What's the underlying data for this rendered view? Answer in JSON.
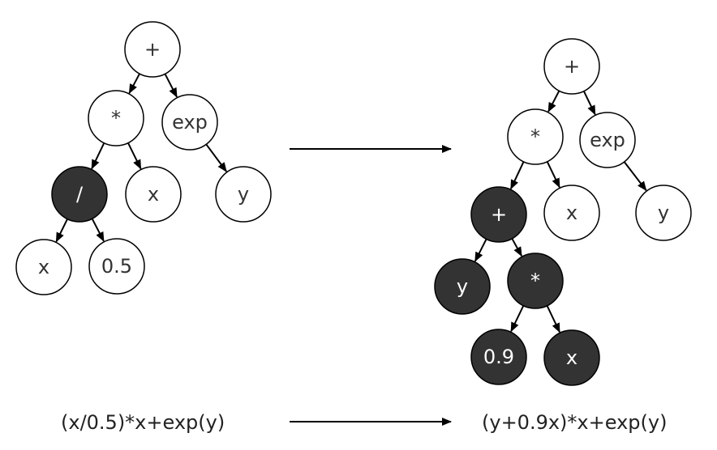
{
  "colors": {
    "stroke": "#000000",
    "node_fill_light": "#ffffff",
    "node_fill_dark": "#333333",
    "text_light": "#333333",
    "text_dark": "#ffffff"
  },
  "left_tree": {
    "nodes": [
      {
        "id": "n0",
        "label": "+",
        "dark": false
      },
      {
        "id": "n1",
        "label": "*",
        "dark": false
      },
      {
        "id": "n2",
        "label": "exp",
        "dark": false
      },
      {
        "id": "n3",
        "label": "/",
        "dark": true
      },
      {
        "id": "n4",
        "label": "x",
        "dark": false
      },
      {
        "id": "n5",
        "label": "y",
        "dark": false
      },
      {
        "id": "n6",
        "label": "x",
        "dark": false
      },
      {
        "id": "n7",
        "label": "0.5",
        "dark": false
      }
    ],
    "edges": [
      [
        "n0",
        "n1"
      ],
      [
        "n0",
        "n2"
      ],
      [
        "n1",
        "n3"
      ],
      [
        "n1",
        "n4"
      ],
      [
        "n2",
        "n5"
      ],
      [
        "n3",
        "n6"
      ],
      [
        "n3",
        "n7"
      ]
    ]
  },
  "right_tree": {
    "nodes": [
      {
        "id": "m0",
        "label": "+",
        "dark": false
      },
      {
        "id": "m1",
        "label": "*",
        "dark": false
      },
      {
        "id": "m2",
        "label": "exp",
        "dark": false
      },
      {
        "id": "m3",
        "label": "+",
        "dark": true
      },
      {
        "id": "m4",
        "label": "x",
        "dark": false
      },
      {
        "id": "m5",
        "label": "y",
        "dark": false
      },
      {
        "id": "m6",
        "label": "y",
        "dark": true
      },
      {
        "id": "m7",
        "label": "*",
        "dark": true
      },
      {
        "id": "m8",
        "label": "0.9",
        "dark": true
      },
      {
        "id": "m9",
        "label": "x",
        "dark": true
      }
    ],
    "edges": [
      [
        "m0",
        "m1"
      ],
      [
        "m0",
        "m2"
      ],
      [
        "m1",
        "m3"
      ],
      [
        "m1",
        "m4"
      ],
      [
        "m2",
        "m5"
      ],
      [
        "m3",
        "m6"
      ],
      [
        "m3",
        "m7"
      ],
      [
        "m7",
        "m8"
      ],
      [
        "m7",
        "m9"
      ]
    ]
  },
  "expressions": {
    "before": "(x/0.5)*x+exp(y)",
    "after": "(y+0.9x)*x+exp(y)"
  }
}
